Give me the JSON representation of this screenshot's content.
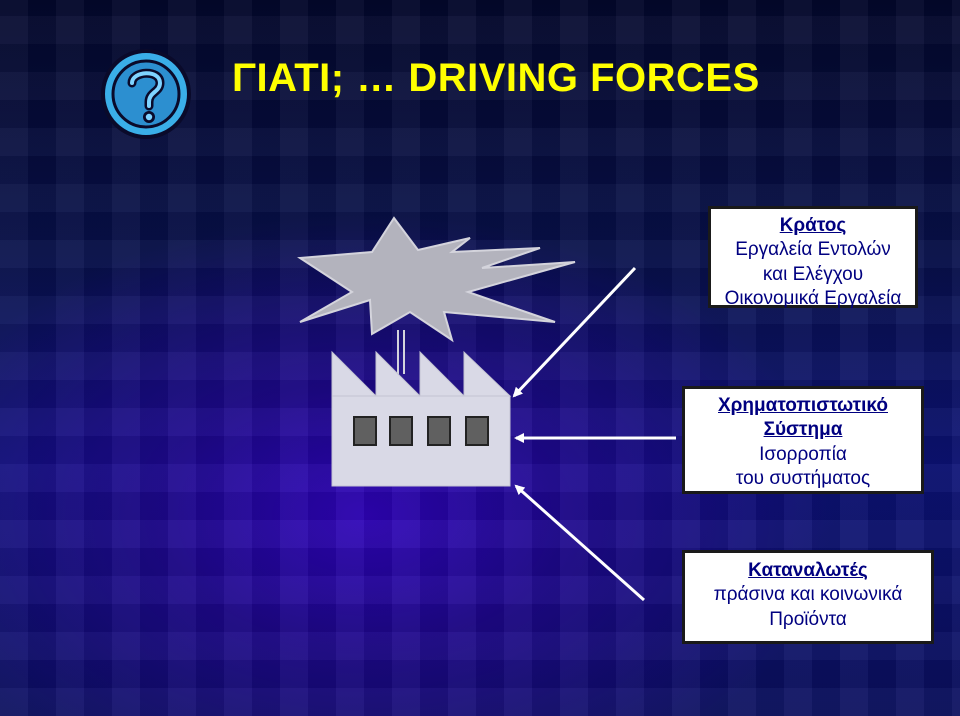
{
  "slide": {
    "title": "ΓΙΑΤΙ; … DRIVING FORCES"
  },
  "icons": {
    "help": "question-mark-icon"
  },
  "colors": {
    "title": "#ffff00",
    "box_text": "#000080",
    "box_bg": "#ffffff",
    "arrows": "#ffffff",
    "factory": "#d9d9e6",
    "smoke_cloud": "#b3b3bd"
  },
  "boxes": {
    "state": {
      "heading": "Κράτος",
      "lines": [
        "Εργαλεία Εντολών",
        "και Ελέγχου",
        "Οικονομικά Εργαλεία"
      ]
    },
    "finance": {
      "heading": "Χρηματοπιστωτικό",
      "heading2": "Σύστημα",
      "lines": [
        "Ισορροπία",
        "του συστήματος"
      ]
    },
    "consumers": {
      "heading": "Καταναλωτές",
      "lines": [
        "πράσινα και κοινωνικά",
        "Προϊόντα"
      ]
    }
  }
}
